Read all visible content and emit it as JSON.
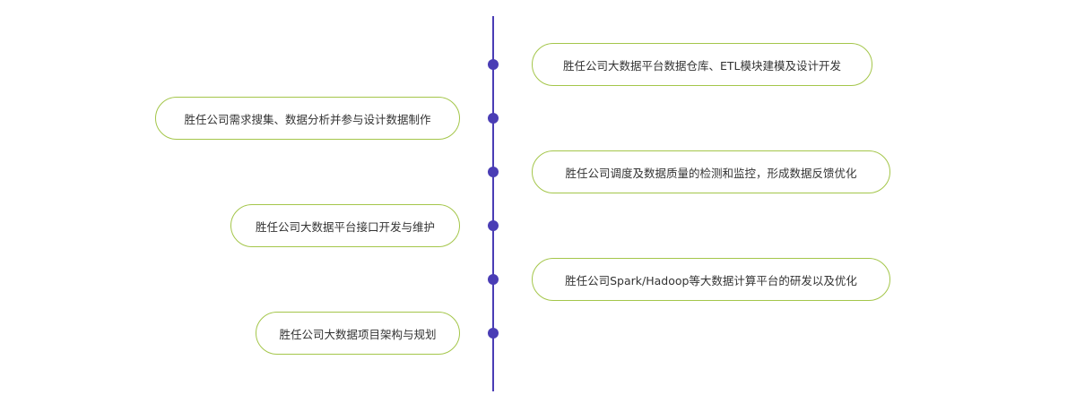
{
  "colors": {
    "line": "#4a3db5",
    "pill_border": "#a4c64a"
  },
  "items": [
    {
      "side": "right",
      "text": "胜任公司大数据平台数据仓库、ETL模块建模及设计开发"
    },
    {
      "side": "left",
      "text": "胜任公司需求搜集、数据分析并参与设计数据制作"
    },
    {
      "side": "right",
      "text": "胜任公司调度及数据质量的检测和监控，形成数据反馈优化"
    },
    {
      "side": "left",
      "text": "胜任公司大数据平台接口开发与维护"
    },
    {
      "side": "right",
      "text": "胜任公司Spark/Hadoop等大数据计算平台的研发以及优化"
    },
    {
      "side": "left",
      "text": "胜任公司大数据项目架构与规划"
    }
  ]
}
